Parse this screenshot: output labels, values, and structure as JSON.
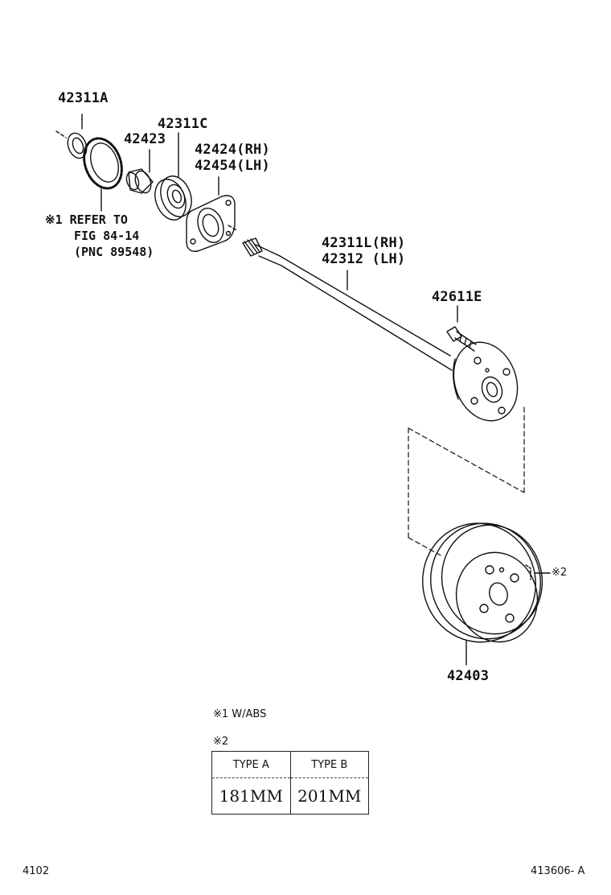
{
  "parts": {
    "p42311a": "42311A",
    "p42423": "42423",
    "p42311c": "42311C",
    "p42424": "42424(RH)",
    "p42454": "42454(LH)",
    "refer_line1": "※1 REFER TO",
    "refer_line2": "FIG 84-14",
    "refer_line3": "(PNC 89548)",
    "p42311l": "42311L(RH)",
    "p42312": "42312 (LH)",
    "p42611e": "42611E",
    "mark2": "※2",
    "p42403": "42403"
  },
  "notes": {
    "note1": "※1 W/ABS",
    "note2": "※2"
  },
  "type_table": {
    "headers": [
      "TYPE A",
      "TYPE B"
    ],
    "values": [
      "181MM",
      "201MM"
    ]
  },
  "footer": {
    "left": "4102",
    "right": "413606- A"
  },
  "colors": {
    "line": "#111111",
    "background": "#ffffff"
  }
}
